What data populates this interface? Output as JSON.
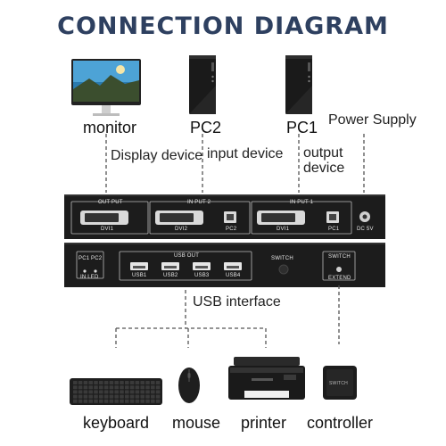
{
  "title": "CONNECTION DIAGRAM",
  "devices_top": {
    "monitor": "monitor",
    "pc2": "PC2",
    "pc1": "PC1",
    "power_supply": "Power Supply"
  },
  "connection_labels": {
    "display_device": "Display device",
    "input_device": "input device",
    "output_device_1": "output",
    "output_device_2": "device",
    "usb_interface": "USB interface"
  },
  "front_panel": {
    "output_header": "OUT PUT",
    "input2_header": "IN PUT 2",
    "input1_header": "IN PUT 1",
    "dvi1_out": "DVI1",
    "dvi2": "DVI2",
    "pc2_port": "PC2",
    "dvi1_in": "DVI1",
    "pc1_port": "PC1",
    "dc": "DC 5V"
  },
  "rear_panel": {
    "pc1_led": "PC1",
    "pc2_led": "PC2",
    "in_led": "IN LED",
    "usb_out": "USB OUT",
    "usb1": "USB1",
    "usb2": "USB2",
    "usb3": "USB3",
    "usb4": "USB4",
    "switch": "SWITCH",
    "switch_box": "SWITCH",
    "extend": "EXTEND"
  },
  "devices_bottom": {
    "keyboard": "keyboard",
    "mouse": "mouse",
    "printer": "printer",
    "controller": "controller",
    "controller_text": "SWITCH"
  },
  "colors": {
    "title": "#2e4060",
    "device_body": "#1c1c1c",
    "line": "#444444"
  }
}
